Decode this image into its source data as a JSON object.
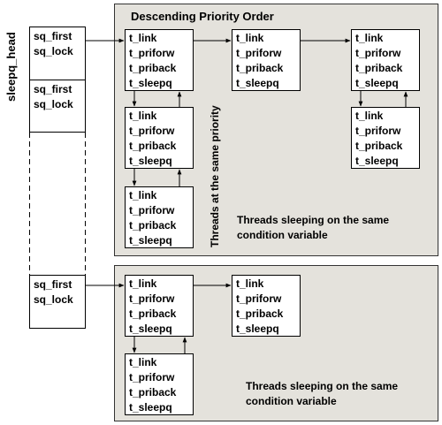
{
  "head_label": "sleepq_head",
  "queue_fields": [
    "sq_first",
    "sq_lock"
  ],
  "thread_fields": [
    "t_link",
    "t_priforw",
    "t_priback",
    "t_sleepq"
  ],
  "panel_top": {
    "title": "Descending Priority Order",
    "vertical_label": "Threads at  the same priority",
    "caption_line1": "Threads sleeping on the same",
    "caption_line2": "condition variable"
  },
  "panel_bottom": {
    "caption_line1": "Threads sleeping on the same",
    "caption_line2": "condition variable"
  },
  "colors": {
    "panel_bg": "#e4e2dc",
    "box_bg": "#ffffff",
    "stroke": "#000000"
  }
}
